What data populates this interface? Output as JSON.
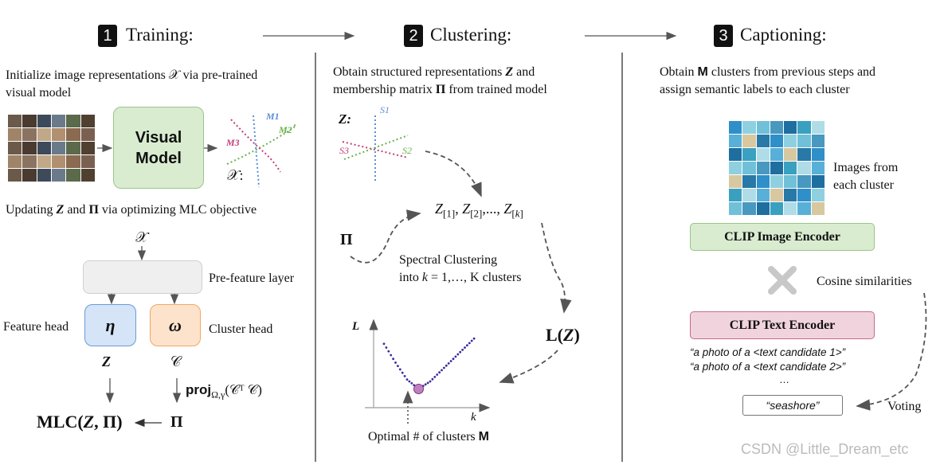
{
  "steps": [
    {
      "num": "1",
      "title": "Training:"
    },
    {
      "num": "2",
      "title": "Clustering:"
    },
    {
      "num": "3",
      "title": "Captioning:"
    }
  ],
  "training": {
    "desc_line1": "Initialize image representations 𝒳 via pre-trained",
    "desc_line2": "visual model",
    "visual_model_line1": "Visual",
    "visual_model_line2": "Model",
    "manifold_labels": {
      "m1": "M1",
      "m2": "M2",
      "m3": "M3",
      "x": "𝒳:"
    },
    "update_desc": "Updating Z and Π via optimizing MLC objective",
    "input_symbol": "𝒳",
    "pre_feature_label": "Pre-feature layer",
    "feature_head_label": "Feature head",
    "cluster_head_label": "Cluster head",
    "eta": "η",
    "omega": "ω",
    "z_symbol": "Z",
    "c_symbol": "𝒞",
    "proj_label": "proj",
    "proj_sub": "Ω,γ",
    "proj_arg": "(𝒞ᵀ 𝒞)",
    "pi_symbol": "Π",
    "mlc_label": "MLC(Z, Π)"
  },
  "clustering": {
    "desc_line1": "Obtain structured representations Z and",
    "desc_line2": "membership matrix Π from trained model",
    "z_label": "Z:",
    "s_labels": {
      "s1": "S1",
      "s2": "S2",
      "s3": "S3"
    },
    "z_sequence": "Z[1], Z[2],..., Z[k]",
    "pi_symbol": "Π",
    "spectral_line1": "Spectral Clustering",
    "spectral_line2": "into k = 1,…, K clusters",
    "loss_label": "L(Z)",
    "plot": {
      "y_axis": "L",
      "x_axis": "k"
    },
    "optimal_label": "Optimal # of clusters M"
  },
  "chart_data": {
    "type": "scatter",
    "x": [
      1,
      2,
      3,
      4,
      5,
      6,
      7,
      8,
      9
    ],
    "y": [
      0.62,
      0.42,
      0.24,
      0.14,
      0.22,
      0.34,
      0.46,
      0.58,
      0.7
    ],
    "xlabel": "k",
    "ylabel": "L",
    "minimum_index": 3
  },
  "captioning": {
    "desc_line1": "Obtain M clusters from previous steps and",
    "desc_line2": "assign semantic labels to each cluster",
    "images_label_line1": "Images from",
    "images_label_line2": "each cluster",
    "clip_image_encoder": "CLIP Image Encoder",
    "cosine_label": "Cosine similarities",
    "clip_text_encoder": "CLIP Text Encoder",
    "candidate1": "“a photo of a <text candidate 1>”",
    "candidate2": "“a photo of a <text candidate 2>”",
    "ellipsis": "…",
    "result": "“seashore”",
    "voting_label": "Voting"
  },
  "watermark": "CSDN @Little_Dream_etc",
  "colors": {
    "visual_model_fill": "#d9ecd0",
    "visual_model_stroke": "#9bc48a",
    "eta_fill": "#d5e4f6",
    "eta_stroke": "#6a9bd8",
    "omega_fill": "#fde3cc",
    "omega_stroke": "#f0a862",
    "clip_image_fill": "#d9ecd0",
    "clip_text_fill": "#f1d3de",
    "m1": "#5a8ed8",
    "m2": "#6bb04a",
    "m3": "#c23f78",
    "plot_dots": "#3a2a9a",
    "min_point": "#c080c0"
  }
}
